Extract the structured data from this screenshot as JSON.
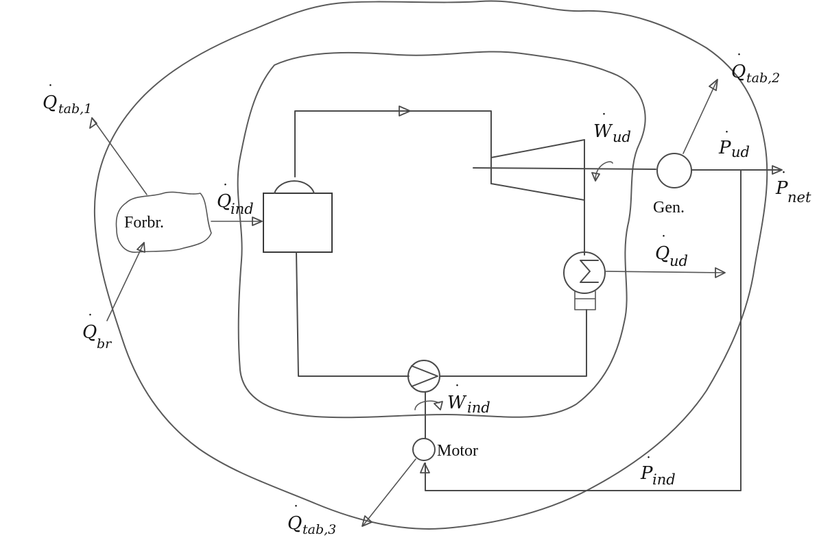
{
  "components": {
    "fuel": "Forbr.",
    "generator": "Gen.",
    "motor": "Motor"
  },
  "symbols": {
    "q_tab_1": {
      "base": "Q",
      "sub": "tab,1"
    },
    "q_tab_2": {
      "base": "Q",
      "sub": "tab,2"
    },
    "q_tab_3": {
      "base": "Q",
      "sub": "tab,3"
    },
    "q_br": {
      "base": "Q",
      "sub": "br"
    },
    "q_ind": {
      "base": "Q",
      "sub": "ind"
    },
    "q_ud": {
      "base": "Q",
      "sub": "ud"
    },
    "w_ud": {
      "base": "W",
      "sub": "ud"
    },
    "w_ind": {
      "base": "W",
      "sub": "ind"
    },
    "p_ud": {
      "base": "P",
      "sub": "ud"
    },
    "p_net": {
      "base": "P",
      "sub": "net"
    },
    "p_ind": {
      "base": "P",
      "sub": "ind"
    }
  }
}
